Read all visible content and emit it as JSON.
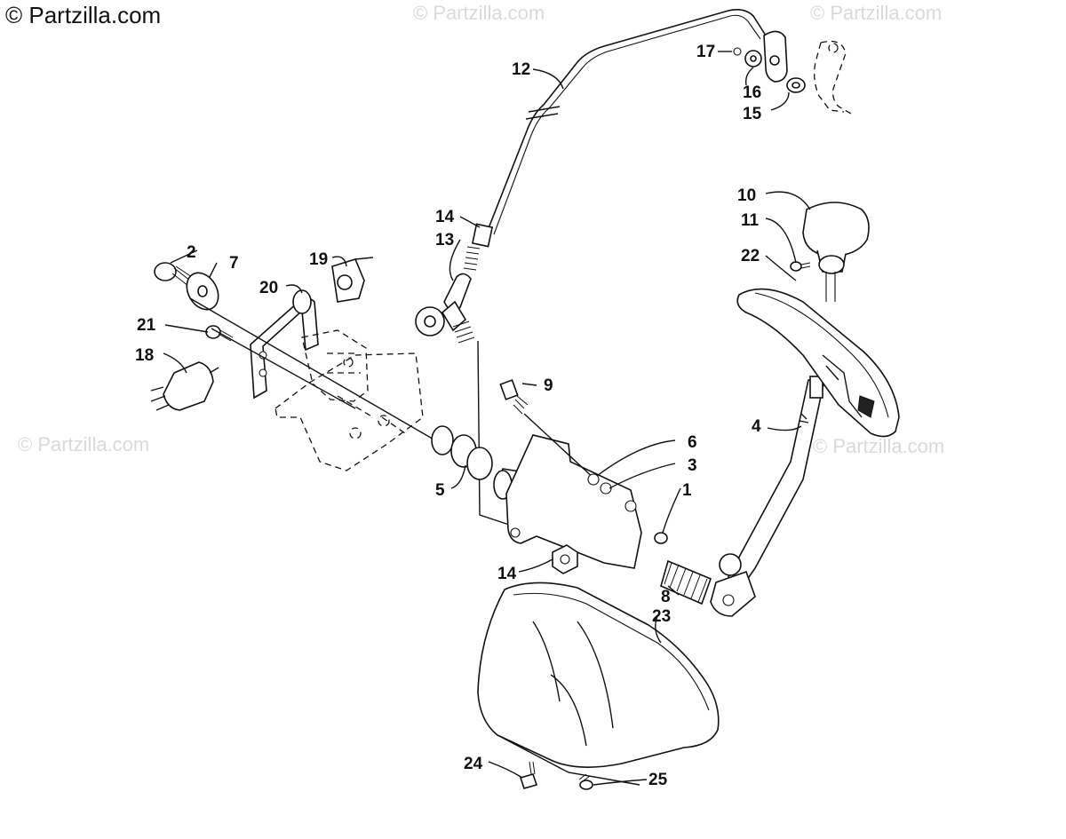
{
  "watermarks": {
    "primary": "© Partzilla.com",
    "faint": [
      "© Partzilla.com",
      "© Partzilla.com",
      "© Partzilla.com",
      "© Partzilla.com"
    ]
  },
  "callouts": [
    {
      "id": "1",
      "label": "1"
    },
    {
      "id": "2",
      "label": "2"
    },
    {
      "id": "3",
      "label": "3"
    },
    {
      "id": "4",
      "label": "4"
    },
    {
      "id": "5",
      "label": "5"
    },
    {
      "id": "6",
      "label": "6"
    },
    {
      "id": "7",
      "label": "7"
    },
    {
      "id": "8",
      "label": "8"
    },
    {
      "id": "9",
      "label": "9"
    },
    {
      "id": "10",
      "label": "10"
    },
    {
      "id": "11",
      "label": "11"
    },
    {
      "id": "12",
      "label": "12"
    },
    {
      "id": "13",
      "label": "13"
    },
    {
      "id": "14a",
      "label": "14"
    },
    {
      "id": "14b",
      "label": "14"
    },
    {
      "id": "15",
      "label": "15"
    },
    {
      "id": "16",
      "label": "16"
    },
    {
      "id": "17",
      "label": "17"
    },
    {
      "id": "18",
      "label": "18"
    },
    {
      "id": "19",
      "label": "19"
    },
    {
      "id": "20",
      "label": "20"
    },
    {
      "id": "21",
      "label": "21"
    },
    {
      "id": "22",
      "label": "22"
    },
    {
      "id": "23",
      "label": "23"
    },
    {
      "id": "24",
      "label": "24"
    },
    {
      "id": "25",
      "label": "25"
    }
  ]
}
